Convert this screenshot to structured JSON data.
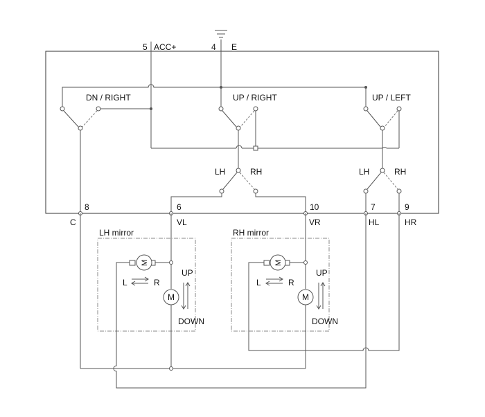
{
  "terminals": {
    "t5": {
      "num": "5",
      "name": "ACC+"
    },
    "t4": {
      "num": "4",
      "name": "E"
    },
    "t8": {
      "num": "8",
      "name": "C"
    },
    "t6": {
      "num": "6",
      "name": "VL"
    },
    "t10": {
      "num": "10",
      "name": "VR"
    },
    "t7": {
      "num": "7",
      "name": "HL"
    },
    "t9": {
      "num": "9",
      "name": "HR"
    }
  },
  "switches": {
    "dn_right": "DN / RIGHT",
    "up_right": "UP / RIGHT",
    "up_left": "UP / LEFT",
    "sel1": {
      "lh": "LH",
      "rh": "RH"
    },
    "sel2": {
      "lh": "LH",
      "rh": "RH"
    }
  },
  "mirrors": {
    "lh": {
      "title": "LH mirror",
      "motor": "M",
      "left": "L",
      "right": "R",
      "up": "UP",
      "down": "DOWN"
    },
    "rh": {
      "title": "RH mirror",
      "motor": "M",
      "left": "L",
      "right": "R",
      "up": "UP",
      "down": "DOWN"
    }
  }
}
